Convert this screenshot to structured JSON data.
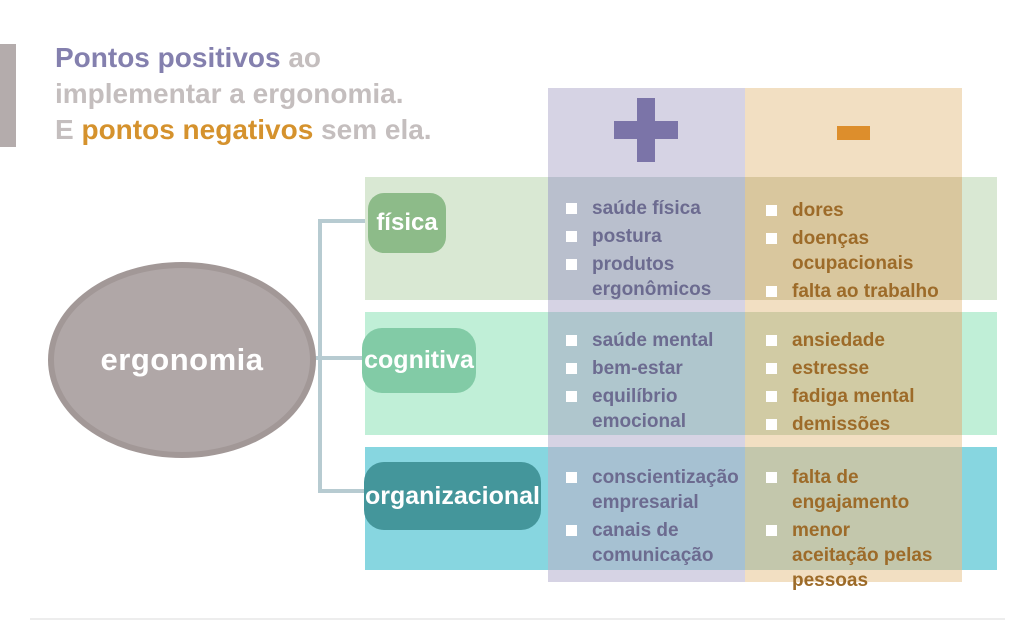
{
  "title": {
    "line1_accent": "Pontos positivos",
    "line1_rest": " ao",
    "line2": "implementar a ergonomia.",
    "line3_prefix": "E ",
    "line3_accent": "pontos negativos",
    "line3_rest": " sem ela."
  },
  "center_node": {
    "label": "ergonomia"
  },
  "columns": {
    "positive_symbol": "+",
    "negative_symbol": "-",
    "positive_icon": "plus-icon",
    "negative_icon": "minus-icon"
  },
  "rows": [
    {
      "label": "física",
      "positives": [
        "saúde física",
        "postura",
        "produtos ergonômicos"
      ],
      "negatives": [
        "dores",
        "doenças ocupacionais",
        "falta ao trabalho"
      ]
    },
    {
      "label": "cognitiva",
      "positives": [
        "saúde mental",
        "bem-estar",
        "equilíbrio emocional"
      ],
      "negatives": [
        "ansiedade",
        "estresse",
        "fadiga mental",
        "demissões"
      ]
    },
    {
      "label": "organizacional",
      "positives": [
        "conscientização empresarial",
        "canais de comunicação"
      ],
      "negatives": [
        "falta de engajamento",
        "menor aceitação pelas pessoas"
      ]
    }
  ],
  "colors": {
    "title_accent_positive": "#8480ae",
    "title_accent_negative": "#d5922d",
    "title_gray": "#c4bebe",
    "plus_symbol": "#7b74a8",
    "minus_symbol": "#dd8e2c",
    "positive_column_bg": "#d6d3e4",
    "negative_column_bg": "#f2dfc2",
    "row1_band": "#d9e8d3",
    "row2_band": "#c0efd7",
    "row3_band": "#87d6e0",
    "label1_bg": "#8dbb89",
    "label2_bg": "#82cba6",
    "label3_bg": "#44969b",
    "ellipse_bg": "#b0a7a7",
    "positive_text": "#6c6b90",
    "negative_text": "#9d6b29",
    "connector": "#b7cbd1"
  }
}
